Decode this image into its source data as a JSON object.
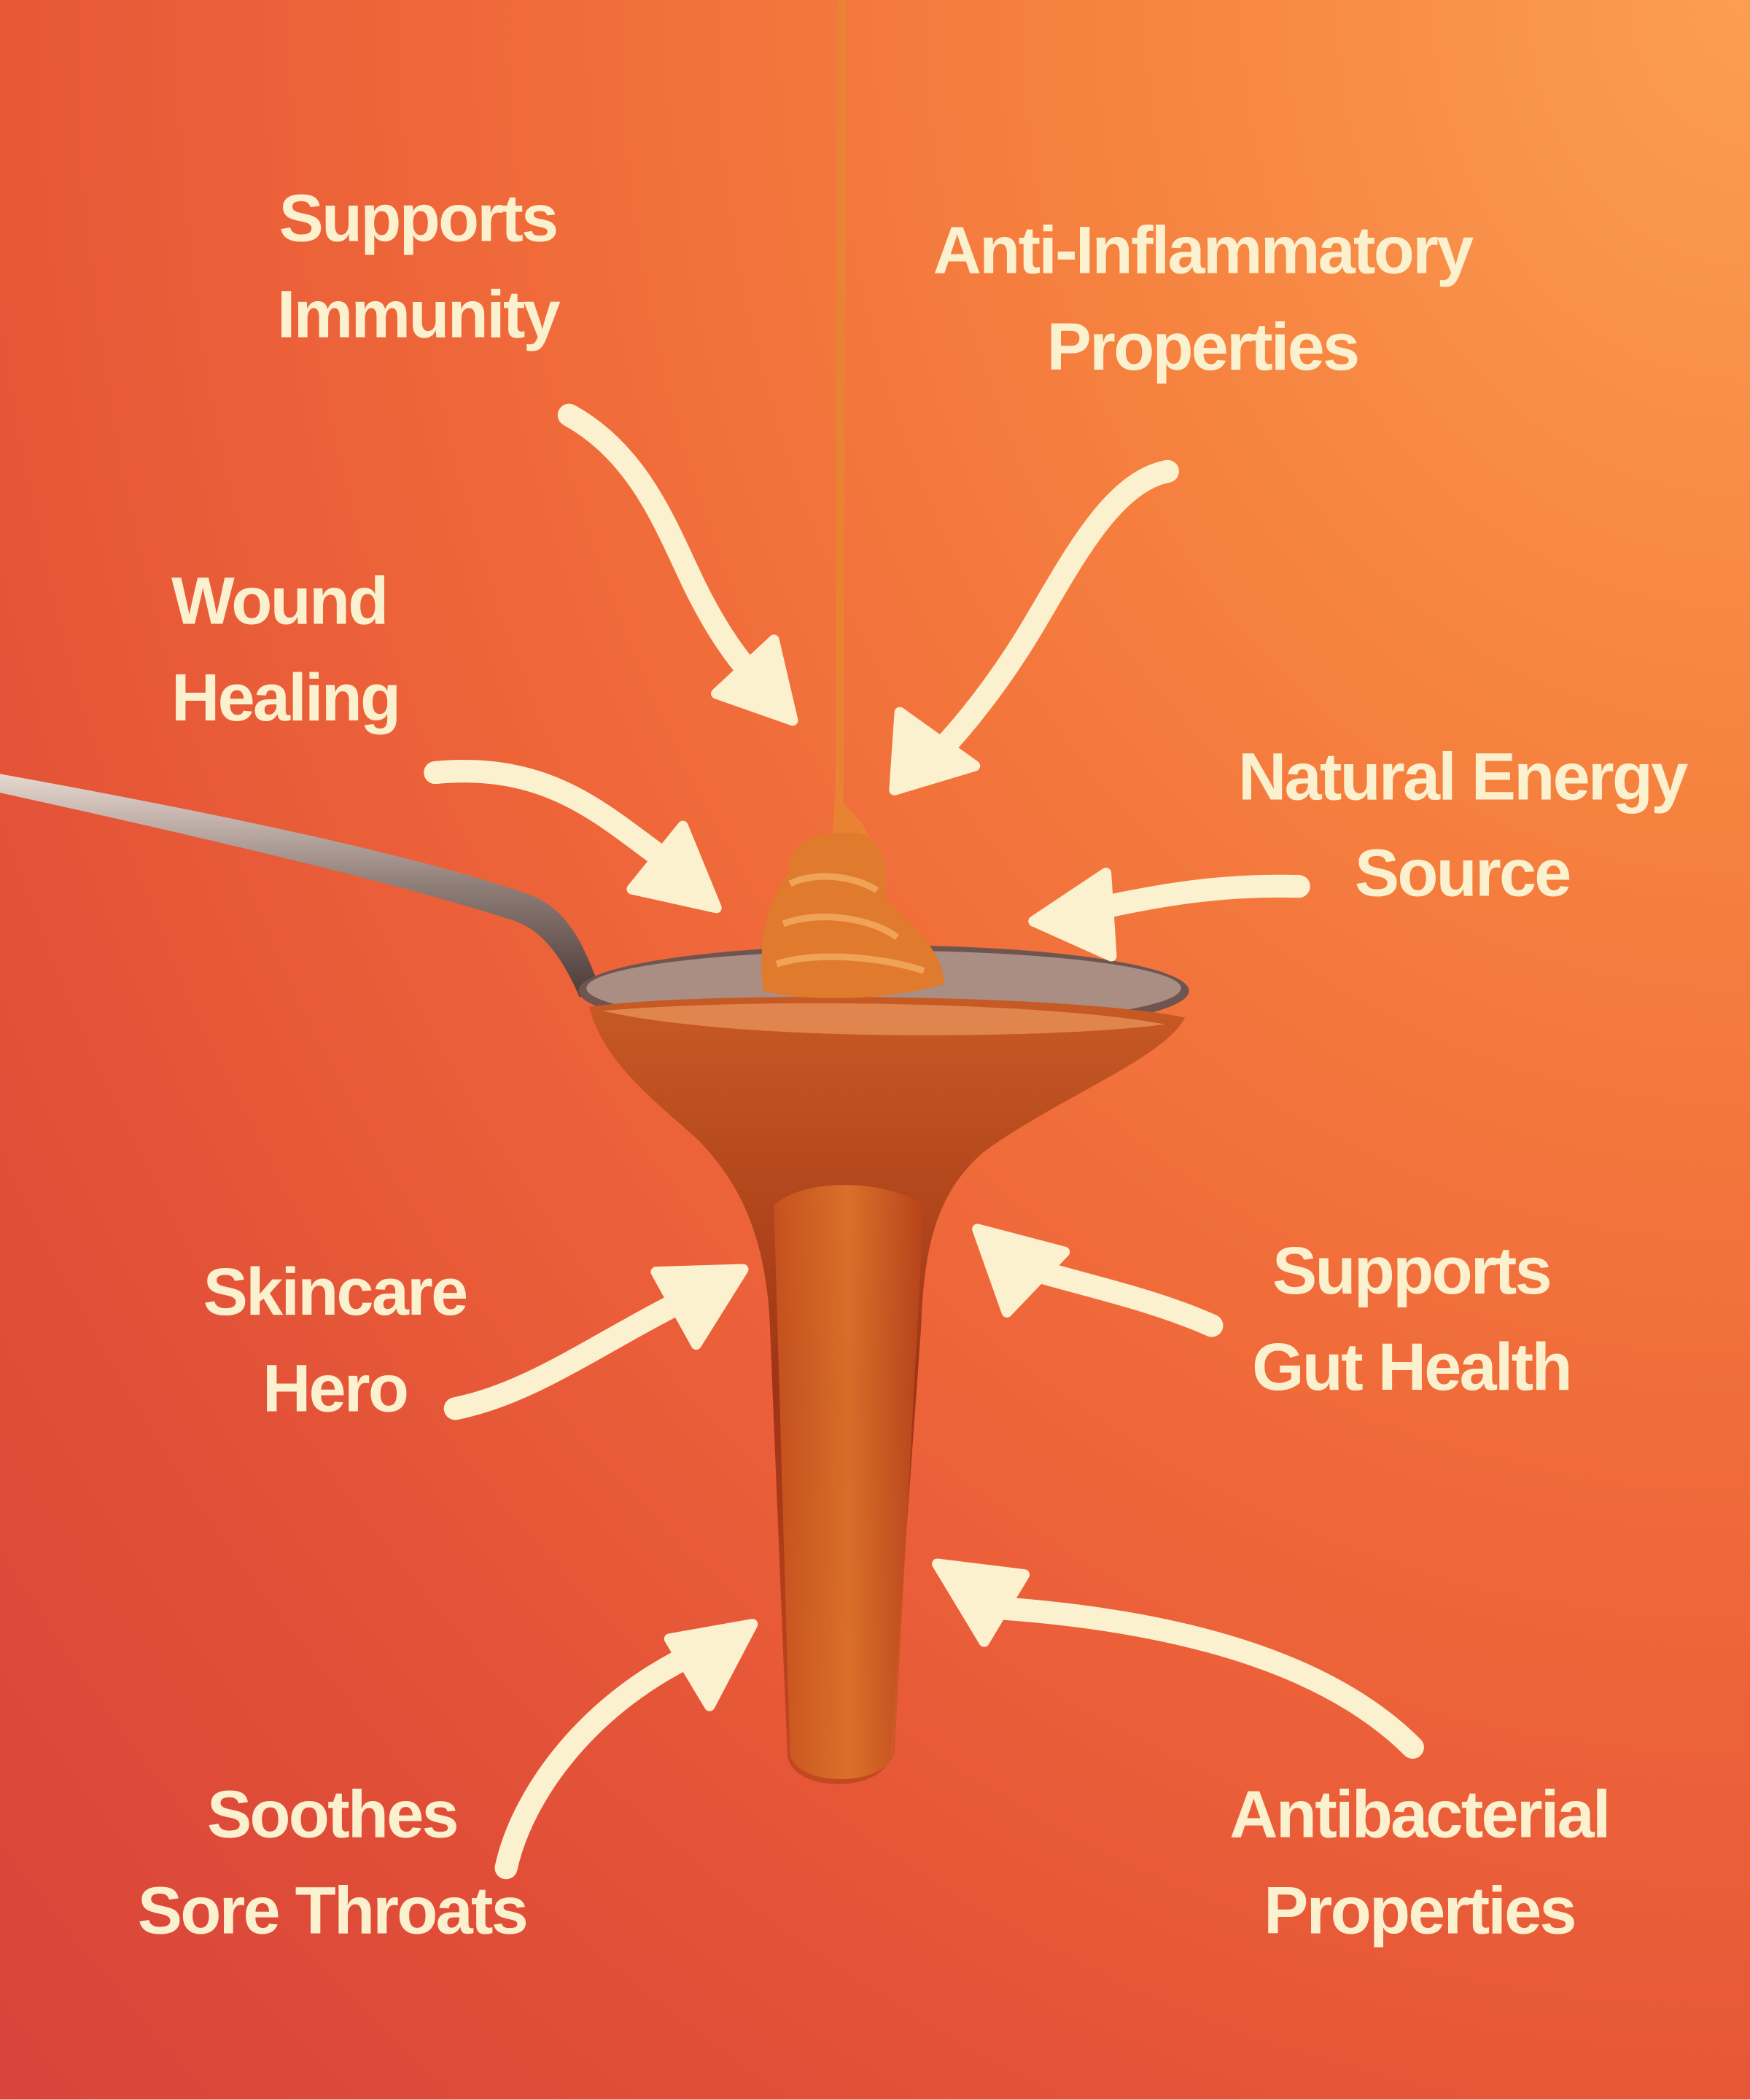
{
  "colors": {
    "text": "#FCF1CF",
    "arrow": "#FCF1CF",
    "honey": "#B5431C",
    "background_top": "#FB9E52",
    "background_bottom": "#D8443A"
  },
  "labels": {
    "immunity": [
      "Supports",
      "Immunity"
    ],
    "anti_inflammatory": [
      "Anti-Inflammatory",
      "Properties"
    ],
    "wound": [
      "Wound",
      "Healing"
    ],
    "energy": [
      "Natural Energy",
      "Source"
    ],
    "skincare": [
      "Skincare",
      "Hero"
    ],
    "gut": [
      "Supports",
      "Gut Health"
    ],
    "throat": [
      "Soothes",
      "Sore Throats"
    ],
    "antibacterial": [
      "Antibacterial",
      "Properties"
    ]
  }
}
